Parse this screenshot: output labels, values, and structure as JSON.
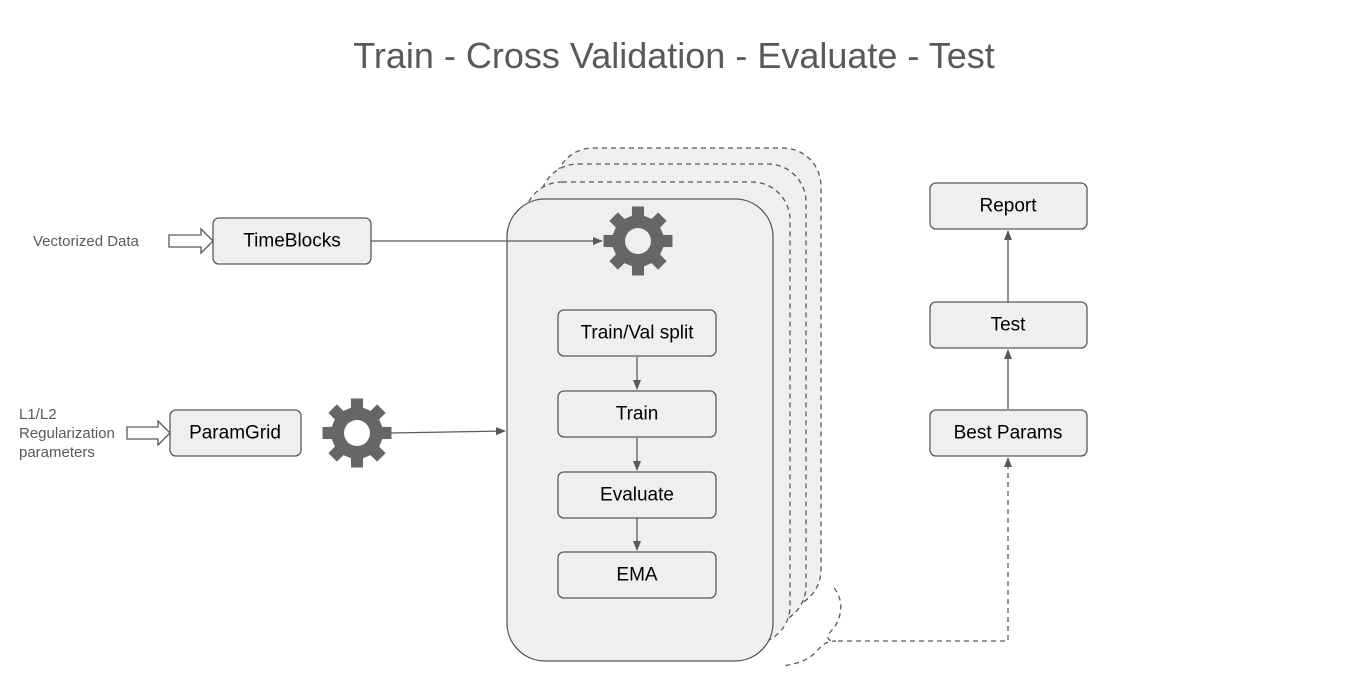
{
  "title": "Train - Cross Validation - Evaluate - Test",
  "inputs": {
    "vectorized_data": "Vectorized Data",
    "regularization": [
      "L1/L2",
      "Regularization",
      "parameters"
    ]
  },
  "nodes": {
    "timeblocks": "TimeBlocks",
    "paramgrid": "ParamGrid",
    "train_val_split": "Train/Val split",
    "train": "Train",
    "evaluate": "Evaluate",
    "ema": "EMA",
    "best_params": "Best Params",
    "test": "Test",
    "report": "Report"
  },
  "icons": {
    "stack_gear": "gear-icon",
    "paramgrid_gear": "gear-icon"
  },
  "colors": {
    "node_fill": "#efefef",
    "stroke": "#595959",
    "gear": "#666666",
    "title": "#595959"
  }
}
